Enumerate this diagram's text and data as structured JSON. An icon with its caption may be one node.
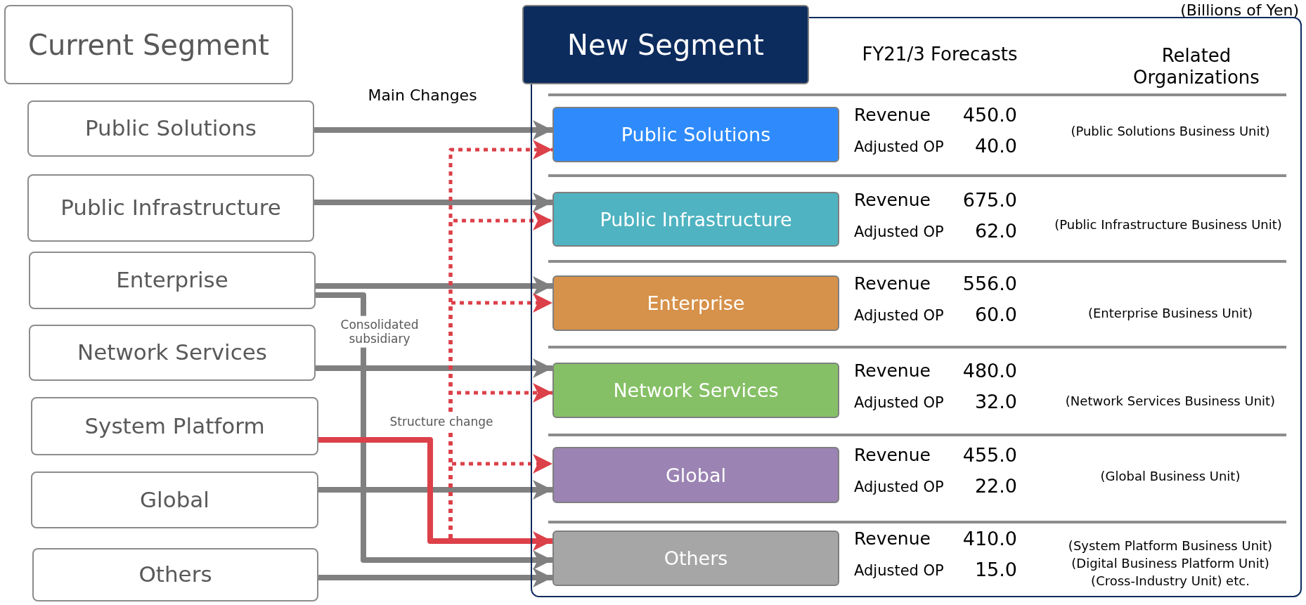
{
  "diagram": {
    "nodes": [
      {
        "text": [
          "Current Segment"
        ]
      },
      {
        "text": [
          "Public Solutions"
        ]
      },
      {
        "text": [
          "Public Infrastructure"
        ]
      },
      {
        "text": [
          "Enterprise"
        ]
      },
      {
        "text": [
          "Network Services"
        ]
      },
      {
        "text": [
          "System Platform"
        ]
      },
      {
        "text": [
          "Global"
        ]
      },
      {
        "text": [
          "Others"
        ]
      },
      {
        "text": [
          "New Segment"
        ]
      },
      {
        "text": [
          "Public Solutions"
        ],
        "in": 8,
        "beside": [
          "Revenue",
          "450.0",
          "Adjusted OP",
          "40.0"
        ]
      },
      {
        "text": [
          "Public Infrastructure"
        ],
        "in": 8,
        "beside": [
          "Revenue",
          "675.0",
          "Adjusted OP",
          "62.0"
        ]
      },
      {
        "text": [
          "Enterprise"
        ],
        "in": 8,
        "beside": [
          "Revenue",
          "556.0",
          "Adjusted OP",
          "60.0"
        ]
      },
      {
        "text": [
          "Network Services"
        ],
        "in": 8,
        "beside": [
          "Revenue",
          "480.0",
          "Adjusted OP",
          "32.0"
        ]
      },
      {
        "text": [
          "Global"
        ],
        "in": 8,
        "beside": [
          "Revenue",
          "455.0",
          "Adjusted OP",
          "22.0"
        ]
      },
      {
        "text": [
          "Others"
        ],
        "in": 8,
        "beside": [
          "Revenue",
          "410.0",
          "Adjusted OP",
          "15.0"
        ]
      }
    ],
    "edges": [
      {
        "from": 1,
        "to": 9,
        "arrow": "to"
      },
      {
        "from": 2,
        "to": 10,
        "arrow": "to"
      },
      {
        "from": 3,
        "to": 11,
        "arrow": "to"
      },
      {
        "from": 3,
        "to": 14,
        "arrow": "to",
        "label": "Consolidated subsidiary"
      },
      {
        "from": 4,
        "to": 12,
        "arrow": "to"
      },
      {
        "from": 6,
        "to": 13,
        "arrow": "to"
      },
      {
        "from": 7,
        "to": 14,
        "arrow": "to"
      },
      {
        "from": 5,
        "to": 14,
        "arrow": "to",
        "color": "#dc4049",
        "label": "Structure change"
      },
      {
        "from": 5,
        "to": 9,
        "arrow": "to",
        "style": "dashed",
        "color": "#dc4049"
      },
      {
        "from": 5,
        "to": 10,
        "arrow": "to",
        "style": "dashed",
        "color": "#dc4049"
      },
      {
        "from": 5,
        "to": 11,
        "arrow": "to",
        "style": "dashed",
        "color": "#dc4049"
      },
      {
        "from": 5,
        "to": 12,
        "arrow": "to",
        "style": "dashed",
        "color": "#dc4049"
      },
      {
        "from": 5,
        "to": 13,
        "arrow": "to",
        "style": "dashed",
        "color": "#dc4049"
      }
    ],
    "labels": [
      "(Billions of Yen)",
      "FY21/3 Forecasts",
      "Related Organizations",
      "Main Changes",
      "(Public Solutions Business Unit)",
      "(Public Infrastructure Business Unit)",
      "(Enterprise Business Unit)",
      "(Network Services Business Unit)",
      "(Global Business Unit)",
      "(System Platform Business Unit)",
      "(Digital Business Platform Unit)",
      "(Cross-Industry Unit) etc."
    ]
  }
}
